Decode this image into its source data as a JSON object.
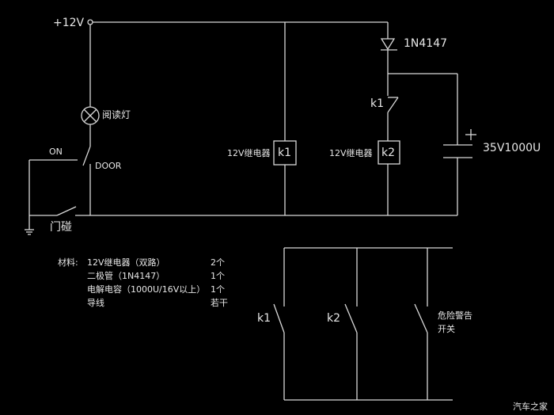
{
  "supply_label": "+12V",
  "lamp_label": "阅读灯",
  "switch_on_label": "ON",
  "switch_door_label": "DOOR",
  "door_switch_label": "门碰",
  "relay1": {
    "label": "12V继电器",
    "name": "k1"
  },
  "relay2": {
    "label": "12V继电器",
    "name": "k2"
  },
  "diode_label": "1N4147",
  "contact_k1_label": "k1",
  "capacitor_plus": "+",
  "capacitor_label": "35V1000U",
  "materials": {
    "heading": "材料:",
    "items": [
      {
        "name": "12V继电器（双路）",
        "qty": "2个"
      },
      {
        "name": "二极管（1N4147）",
        "qty": "1个"
      },
      {
        "name": "电解电容（1000U/16V以上）",
        "qty": "1个"
      },
      {
        "name": "导线",
        "qty": "若干"
      }
    ]
  },
  "output_circuit": {
    "k1_label": "k1",
    "k2_label": "k2",
    "hazard_label_line1": "危险警告",
    "hazard_label_line2": "开关"
  },
  "watermark": "汽车之家",
  "line_color": "#d8d8d8"
}
